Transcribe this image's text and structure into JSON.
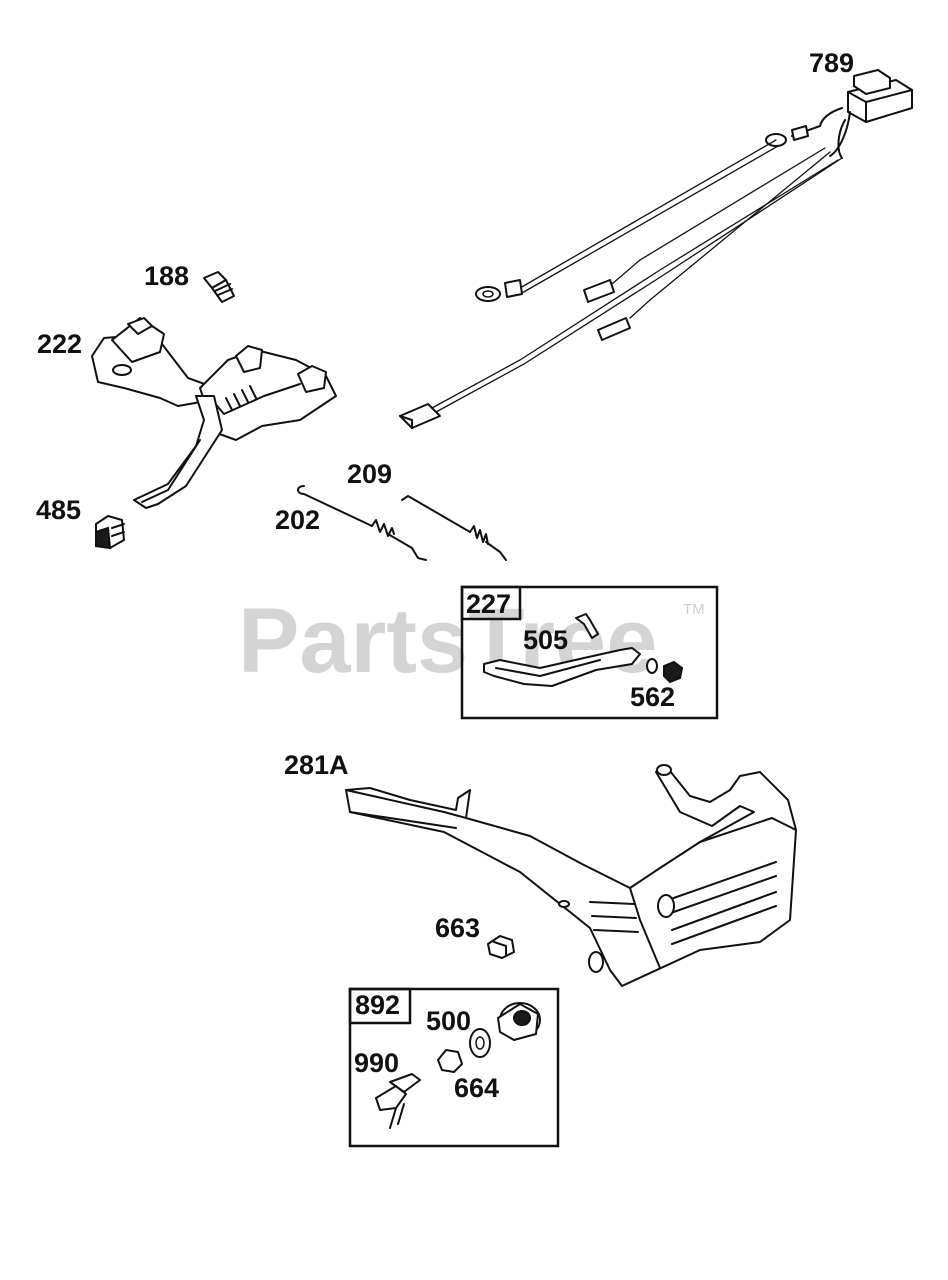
{
  "watermark": {
    "text": "PartsTree",
    "tm": "TM"
  },
  "labels": {
    "p789": "789",
    "p188": "188",
    "p222": "222",
    "p485": "485",
    "p209": "209",
    "p202": "202",
    "p227": "227",
    "p505": "505",
    "p562": "562",
    "p281A": "281A",
    "p663": "663",
    "p892": "892",
    "p500": "500",
    "p990": "990",
    "p664": "664"
  }
}
